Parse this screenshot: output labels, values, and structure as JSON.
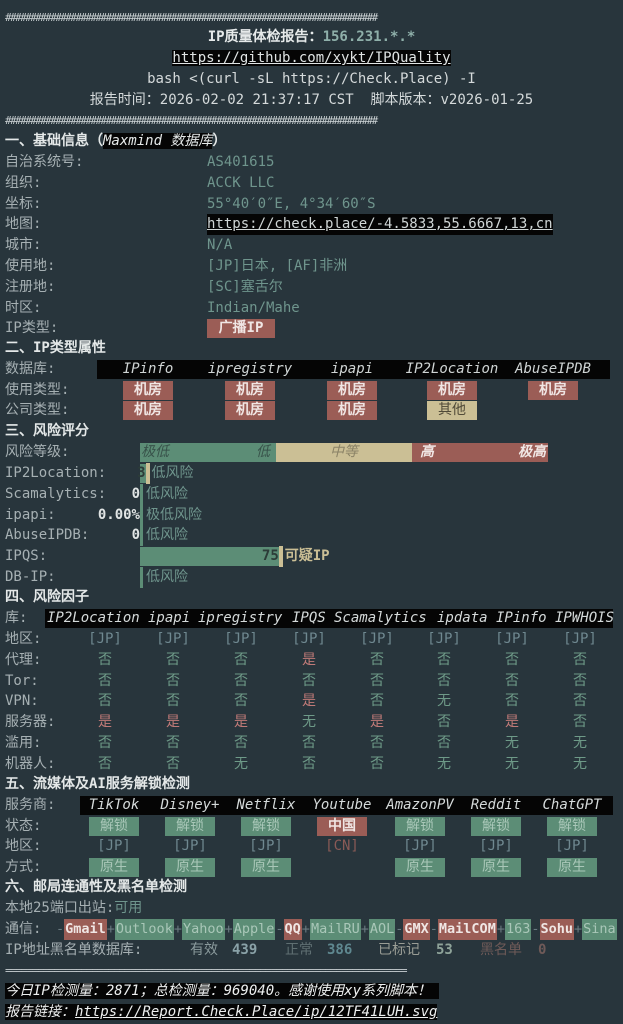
{
  "hash_line": "##########################################################################",
  "header": {
    "title_label": "IP质量体检报告：",
    "ip": "156.231.*.*",
    "repo_url": "https://github.com/xykt/IPQuality",
    "command": "bash <(curl -sL https://Check.Place) -I",
    "time_label": "报告时间：",
    "time": "2026-02-02 21:37:17 CST",
    "version_label": "脚本版本：",
    "version": "v2026-01-25"
  },
  "basic": {
    "title": "一、基础信息（",
    "source": "Maxmind 数据库",
    "title_end": "）",
    "rows": [
      {
        "label": "自治系统号:",
        "value": "AS401615"
      },
      {
        "label": "组织:",
        "value": "ACCK LLC"
      },
      {
        "label": "坐标:",
        "value": "55°40′0″E, 4°34′60″S"
      },
      {
        "label": "地图:",
        "value": "https://check.place/-4.5833,55.6667,13,cn"
      },
      {
        "label": "城市:",
        "value": "N/A"
      },
      {
        "label": "使用地:",
        "value": "[JP]日本, [AF]非洲"
      },
      {
        "label": "注册地:",
        "value": "[SC]塞舌尔"
      },
      {
        "label": "时区:",
        "value": "Indian/Mahe"
      }
    ],
    "ip_type_label": "IP类型:",
    "ip_type": "广播IP"
  },
  "type_attr": {
    "title": "二、IP类型属性",
    "db_label": "数据库:",
    "dbs": [
      "IPinfo",
      "ipregistry",
      "ipapi",
      "IP2Location",
      "AbuseIPDB"
    ],
    "usage_label": "使用类型:",
    "usage": [
      "机房",
      "机房",
      "机房",
      "机房",
      "机房"
    ],
    "company_label": "公司类型:",
    "company": [
      "机房",
      "机房",
      "机房",
      "其他",
      ""
    ]
  },
  "risk": {
    "title": "三、风险评分",
    "level_label": "风险等级:",
    "levels": [
      "极低",
      "低",
      "中等",
      "高",
      "极高"
    ],
    "rows": [
      {
        "label": "IP2Location:",
        "score": "3",
        "value": 3,
        "text": "低风险"
      },
      {
        "label": "Scamalytics:",
        "score": "0",
        "value": 0,
        "text": "低风险"
      },
      {
        "label": "ipapi:",
        "score": "0.00%",
        "value": 0,
        "text": "极低风险"
      },
      {
        "label": "AbuseIPDB:",
        "score": "0",
        "value": 0,
        "text": "低风险"
      },
      {
        "label": "IPQS:",
        "score": "75",
        "value": 75,
        "text": "可疑IP"
      },
      {
        "label": "DB-IP:",
        "score": "",
        "value": 0,
        "text": "低风险"
      }
    ]
  },
  "factors": {
    "title": "四、风险因子",
    "lib_label": "库:",
    "libs": [
      "IP2Location",
      "ipapi",
      "ipregistry",
      "IPQS",
      "Scamalytics",
      "ipdata",
      "IPinfo",
      "IPWHOIS"
    ],
    "rows": [
      {
        "label": "地区:",
        "values": [
          "[JP]",
          "[JP]",
          "[JP]",
          "[JP]",
          "[JP]",
          "[JP]",
          "[JP]",
          "[JP]"
        ]
      },
      {
        "label": "代理:",
        "values": [
          "否",
          "否",
          "否",
          "是",
          "否",
          "否",
          "否",
          "否"
        ]
      },
      {
        "label": "Tor:",
        "values": [
          "否",
          "否",
          "否",
          "否",
          "否",
          "否",
          "否",
          "否"
        ]
      },
      {
        "label": "VPN:",
        "values": [
          "否",
          "否",
          "否",
          "是",
          "否",
          "无",
          "否",
          "否"
        ]
      },
      {
        "label": "服务器:",
        "values": [
          "是",
          "是",
          "是",
          "无",
          "是",
          "否",
          "是",
          "否"
        ]
      },
      {
        "label": "滥用:",
        "values": [
          "否",
          "否",
          "否",
          "否",
          "否",
          "否",
          "无",
          "无"
        ]
      },
      {
        "label": "机器人:",
        "values": [
          "否",
          "否",
          "无",
          "否",
          "否",
          "无",
          "无",
          "无"
        ]
      }
    ]
  },
  "streaming": {
    "title": "五、流媒体及AI服务解锁检测",
    "provider_label": "服务商:",
    "providers": [
      "TikTok",
      "Disney+",
      "Netflix",
      "Youtube",
      "AmazonPV",
      "Reddit",
      "ChatGPT"
    ],
    "status_label": "状态:",
    "status": [
      "解锁",
      "解锁",
      "解锁",
      "中国",
      "解锁",
      "解锁",
      "解锁"
    ],
    "region_label": "地区:",
    "region": [
      "[JP]",
      "[JP]",
      "[JP]",
      "[CN]",
      "[JP]",
      "[JP]",
      "[JP]"
    ],
    "method_label": "方式:",
    "method": [
      "原生",
      "原生",
      "原生",
      "",
      "原生",
      "原生",
      "原生"
    ]
  },
  "mail": {
    "title": "六、邮局连通性及黑名单检测",
    "port_label": "本地25端口出站:",
    "port_value": "可用",
    "comm_label": "通信:",
    "services": [
      {
        "name": "Gmail",
        "ok": false
      },
      {
        "name": "Outlook",
        "ok": true
      },
      {
        "name": "Yahoo",
        "ok": true
      },
      {
        "name": "Apple",
        "ok": true
      },
      {
        "name": "QQ",
        "ok": false
      },
      {
        "name": "MailRU",
        "ok": true
      },
      {
        "name": "AOL",
        "ok": true
      },
      {
        "name": "GMX",
        "ok": false
      },
      {
        "name": "MailCOM",
        "ok": false
      },
      {
        "name": "163",
        "ok": true
      },
      {
        "name": "Sohu",
        "ok": false
      },
      {
        "name": "Sina",
        "ok": true
      }
    ],
    "blacklist_label": "IP地址黑名单数据库:",
    "valid_label": "有效",
    "valid": "439",
    "normal_label": "正常",
    "normal": "386",
    "marked_label": "已标记",
    "marked": "53",
    "black_label": "黑名单",
    "black": "0"
  },
  "footer": {
    "divider": "==========================================================================",
    "stats": "今日IP检测量：2871；总检测量：969040。感谢使用xy系列脚本！",
    "link_label": "报告链接：",
    "link": "https://Report.Check.Place/ip/12TF41LUH.svg"
  },
  "colors": {
    "background": "#28353c",
    "bad": "#9b5d56",
    "good": "#5c8d76",
    "neutral": "#cbbf95"
  }
}
